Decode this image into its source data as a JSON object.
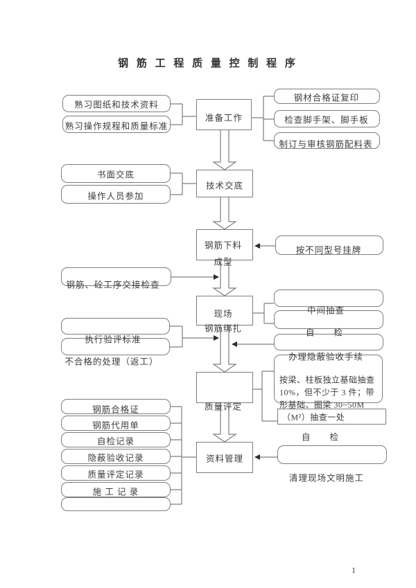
{
  "page": {
    "title": "钢 筋 工 程 质 量 控 制 程 序",
    "page_number": "1"
  },
  "main_flow": {
    "prepare": "准备工作",
    "tech_disclosure": "技术交底",
    "rebar_cutting_line1": "钢筋下料",
    "rebar_cutting_line2": "成型",
    "site_line1": "现场",
    "site_line2": "钢筋绑扎",
    "quality_evaluation": "质量评定",
    "data_management": "资料管理"
  },
  "left_column": {
    "familiarize_drawings": "熟习图纸和技术资料",
    "familiarize_procedures": "熟习操作规程和质量标准",
    "written_disclosure": "书面交底",
    "operators_participate": "操作人员参加",
    "process_handover_check": "钢筋、砼工序交接检查",
    "apply_eval_standard": "执行验评标准",
    "nonconforming_rework": "不合格的处理（返工）",
    "record_1": "钢筋合格证",
    "record_2": "钢筋代用单",
    "record_3": "自检记录",
    "record_4": "隐蔽验收记录",
    "record_5": "质量评定记录",
    "record_6": "施 工 记 录"
  },
  "right_column": {
    "steel_cert_copy": "钢材合格证复印",
    "check_scaffold": "检查脚手架、脚手板",
    "rebar_schedule": "制订与审核钢筋配料表",
    "tag_by_type": "按不同型号挂牌",
    "intermediate_check": "中间抽查",
    "self_check_1": "自　　检",
    "hidden_work_acceptance": "办理隐蔽验收手续",
    "sampling_line1": "按梁、柱板独立基础抽查",
    "sampling_line2": "10%，但不少于 3 件；带",
    "sampling_line3": "形基础、圈梁 30~50M",
    "sampling_line4": "（M²）抽查一处",
    "self_check_2": "自　　检",
    "site_cleanup": "清理现场文明施工"
  },
  "colors": {
    "line": "#7d7d7d",
    "text": "#3c3c3c",
    "background": "#ffffff"
  }
}
